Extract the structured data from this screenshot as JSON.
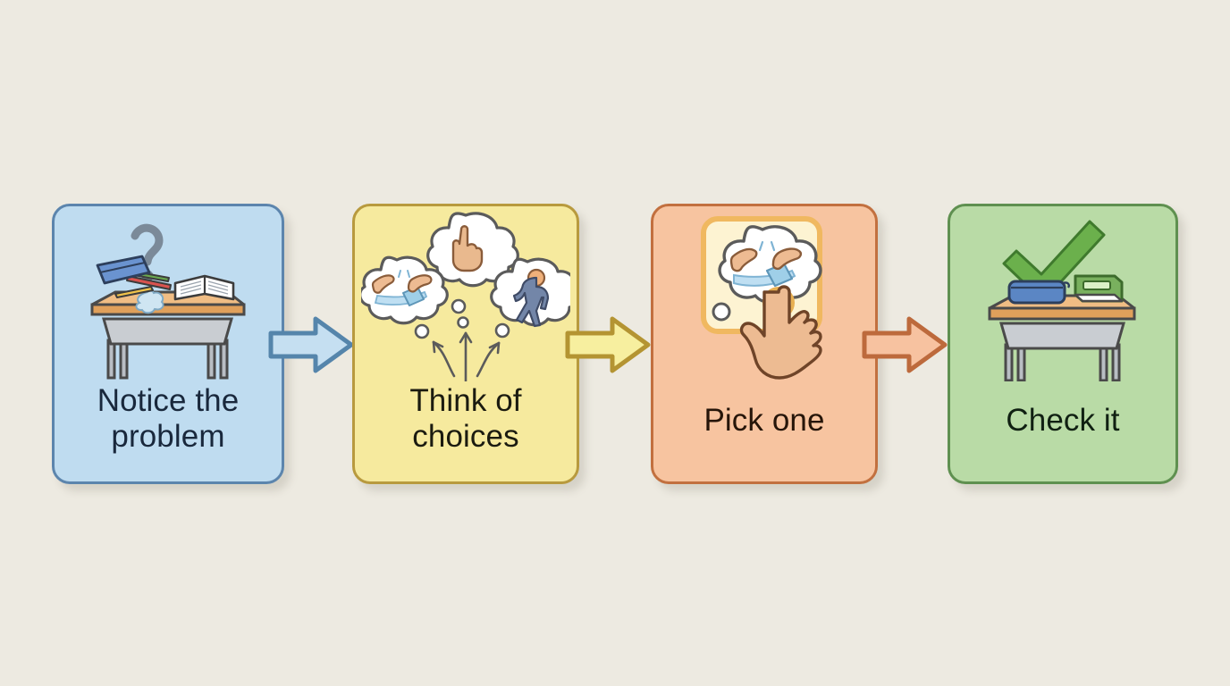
{
  "background_color": "#edeae1",
  "diagram": {
    "type": "horizontal-flowchart",
    "step_count": 4,
    "steps": [
      {
        "id": "notice-the-problem",
        "label": "Notice the\nproblem",
        "fill_color": "#bfdcf0",
        "border_color": "#5c85ad",
        "text_color": "#19283c",
        "illustration": "messy-desk-with-question-mark-icon",
        "illustration_parts": [
          "question-mark-icon",
          "school-desk-icon",
          "pencil-case-icon",
          "open-book-icon",
          "pencil-icon",
          "spill-stain-icon"
        ]
      },
      {
        "id": "think-of-choices",
        "label": "Think of\nchoices",
        "fill_color": "#f6ea9e",
        "border_color": "#b89a3e",
        "text_color": "#1b1b10",
        "illustration": "three-thought-bubbles-with-arrows-icon",
        "illustration_parts": [
          "thought-bubble-wipe-spill-icon",
          "thought-bubble-raised-finger-icon",
          "thought-bubble-walking-person-icon",
          "branching-arrows-icon"
        ]
      },
      {
        "id": "pick-one",
        "label": "Pick one",
        "fill_color": "#f7c4a0",
        "border_color": "#c2703f",
        "text_color": "#261509",
        "illustration": "hand-selecting-option-icon",
        "illustration_parts": [
          "highlighted-option-panel",
          "thought-bubble-wipe-spill-icon",
          "pointing-hand-icon",
          "tap-ripple-icon"
        ]
      },
      {
        "id": "check-it",
        "label": "Check it",
        "fill_color": "#b9dba6",
        "border_color": "#5f9050",
        "text_color": "#102012",
        "illustration": "tidy-desk-with-checkmark-icon",
        "illustration_parts": [
          "green-checkmark-icon",
          "school-desk-icon",
          "pencil-case-icon",
          "closed-book-icon"
        ]
      }
    ],
    "connectors": [
      {
        "id": "arrow-1",
        "from": "notice-the-problem",
        "to": "think-of-choices",
        "fill_color": "#c5dff1",
        "border_color": "#5585ab",
        "direction": "right"
      },
      {
        "id": "arrow-2",
        "from": "think-of-choices",
        "to": "pick-one",
        "fill_color": "#f7ef9f",
        "border_color": "#b49432",
        "direction": "right"
      },
      {
        "id": "arrow-3",
        "from": "pick-one",
        "to": "check-it",
        "fill_color": "#f7c2a0",
        "border_color": "#bd6a3c",
        "direction": "right"
      }
    ]
  },
  "palette": {
    "desk_wood": "#e8a866",
    "desk_wood_top": "#f0bd84",
    "desk_metal": "#c9cdd2",
    "outline": "#3c3c3c",
    "pencil_case_blue": "#5b86c4",
    "book_green": "#79b05e",
    "check_green": "#5ea544",
    "skin": "#edbb92",
    "bubble_white": "#ffffff",
    "water_blue": "#a9d7ef",
    "question_gray": "#7b8a99"
  }
}
